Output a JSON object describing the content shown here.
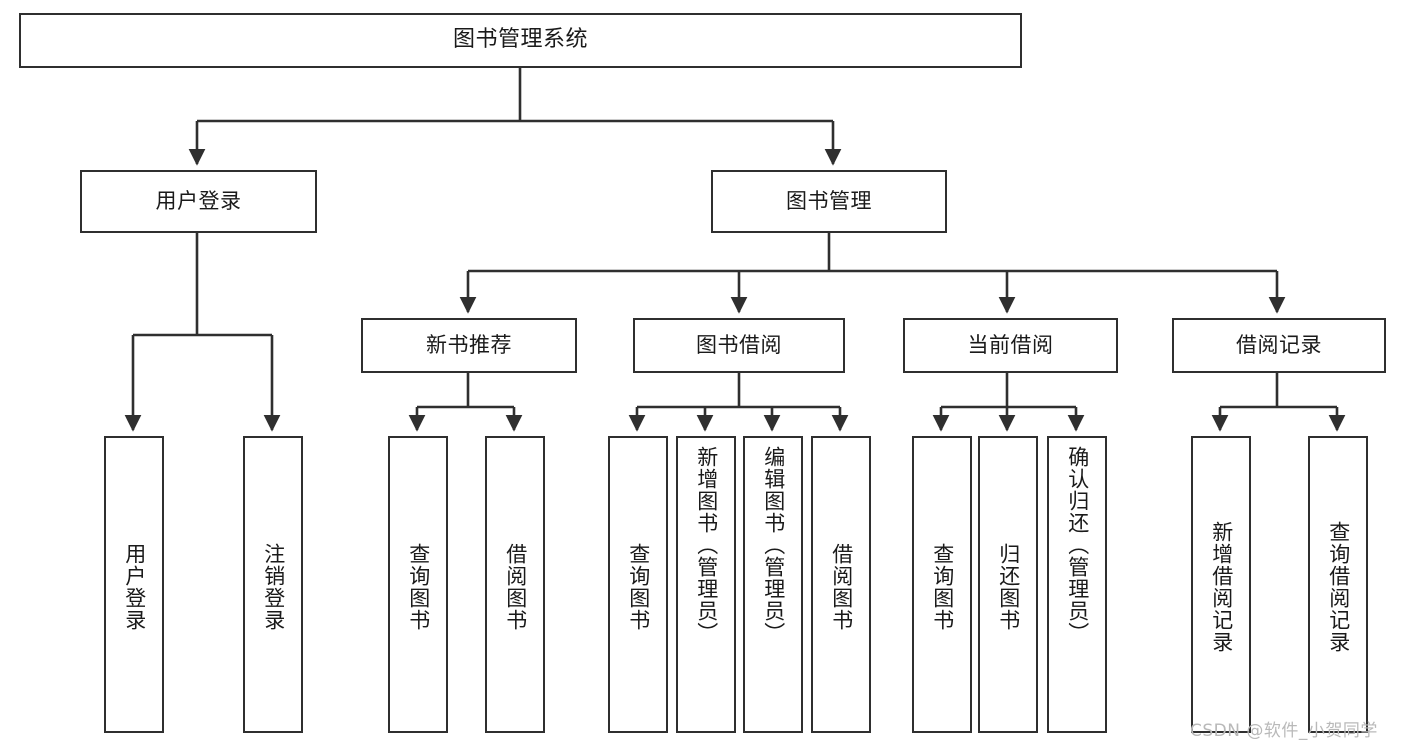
{
  "diagram": {
    "type": "hierarchy-tree",
    "title_node": "图书管理系统",
    "watermark": "CSDN @软件_小贺同学",
    "theme": {
      "stroke": "#2f2f2f",
      "fill": "#ffffff",
      "text": "#1a1a1a",
      "watermark": "#b9b9b9"
    },
    "nodes": {
      "root": {
        "label": "图书管理系统"
      },
      "level2": [
        {
          "id": "user-login",
          "label": "用户登录"
        },
        {
          "id": "book-manage",
          "label": "图书管理"
        }
      ],
      "level3": [
        {
          "id": "new-book-recommend",
          "label": "新书推荐"
        },
        {
          "id": "book-borrow",
          "label": "图书借阅"
        },
        {
          "id": "current-borrow",
          "label": "当前借阅"
        },
        {
          "id": "borrow-record",
          "label": "借阅记录"
        }
      ],
      "leaves": {
        "user-login": [
          {
            "id": "leaf-user-login",
            "label": "用户登录"
          },
          {
            "id": "leaf-user-logout",
            "label": "注销登录"
          }
        ],
        "new-book-recommend": [
          {
            "id": "leaf-query-book-1",
            "label": "查询图书"
          },
          {
            "id": "leaf-borrow-book-1",
            "label": "借阅图书"
          }
        ],
        "book-borrow": [
          {
            "id": "leaf-query-book-2",
            "label": "查询图书"
          },
          {
            "id": "leaf-add-book",
            "label": "新增图书（管理员）"
          },
          {
            "id": "leaf-edit-book",
            "label": "编辑图书（管理员）"
          },
          {
            "id": "leaf-borrow-book-2",
            "label": "借阅图书"
          }
        ],
        "current-borrow": [
          {
            "id": "leaf-query-book-3",
            "label": "查询图书"
          },
          {
            "id": "leaf-return-book",
            "label": "归还图书"
          },
          {
            "id": "leaf-confirm-return",
            "label": "确认归还（管理员）"
          }
        ],
        "borrow-record": [
          {
            "id": "leaf-add-record",
            "label": "新增借阅记录"
          },
          {
            "id": "leaf-query-record",
            "label": "查询借阅记录"
          }
        ]
      }
    }
  }
}
